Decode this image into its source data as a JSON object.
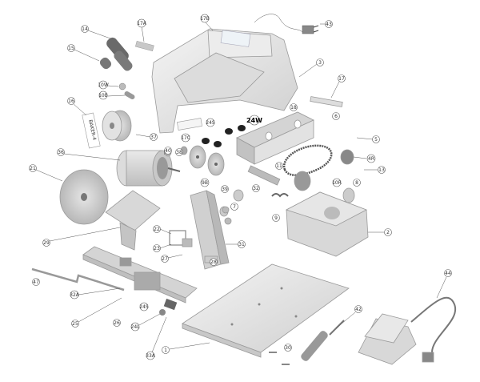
{
  "diagram": {
    "callouts": {
      "c14": "14",
      "c17a": "17A",
      "c17b": "17B",
      "c43": "43",
      "c15": "15",
      "c3": "3",
      "c10w": "10W",
      "c10b": "10B",
      "c17": "17",
      "c16": "16",
      "c18": "18",
      "c24s": "24S",
      "c24w": "24W",
      "c6": "6",
      "c37": "37",
      "c17c": "17C",
      "c40": "40",
      "c38": "38",
      "c5": "5",
      "c4r": "4R",
      "c36": "36",
      "c11": "11",
      "c13": "13",
      "c21": "21",
      "c9b": "9B",
      "c39": "39",
      "c32": "32",
      "c10r": "10R",
      "c8": "8",
      "c7": "7",
      "c9": "9",
      "c29": "29",
      "c22": "22",
      "c2": "2",
      "c23": "23",
      "c27": "27",
      "c31": "31",
      "c28": "28",
      "c47": "47",
      "c32a": "32A",
      "c25": "25",
      "c26": "26",
      "c24s2": "24S",
      "c24l": "24L",
      "c33a": "33A",
      "c1": "1",
      "c42": "42",
      "c30": "30",
      "c44": "44"
    },
    "stickers": {
      "disc_label": "BAKER-4"
    }
  }
}
